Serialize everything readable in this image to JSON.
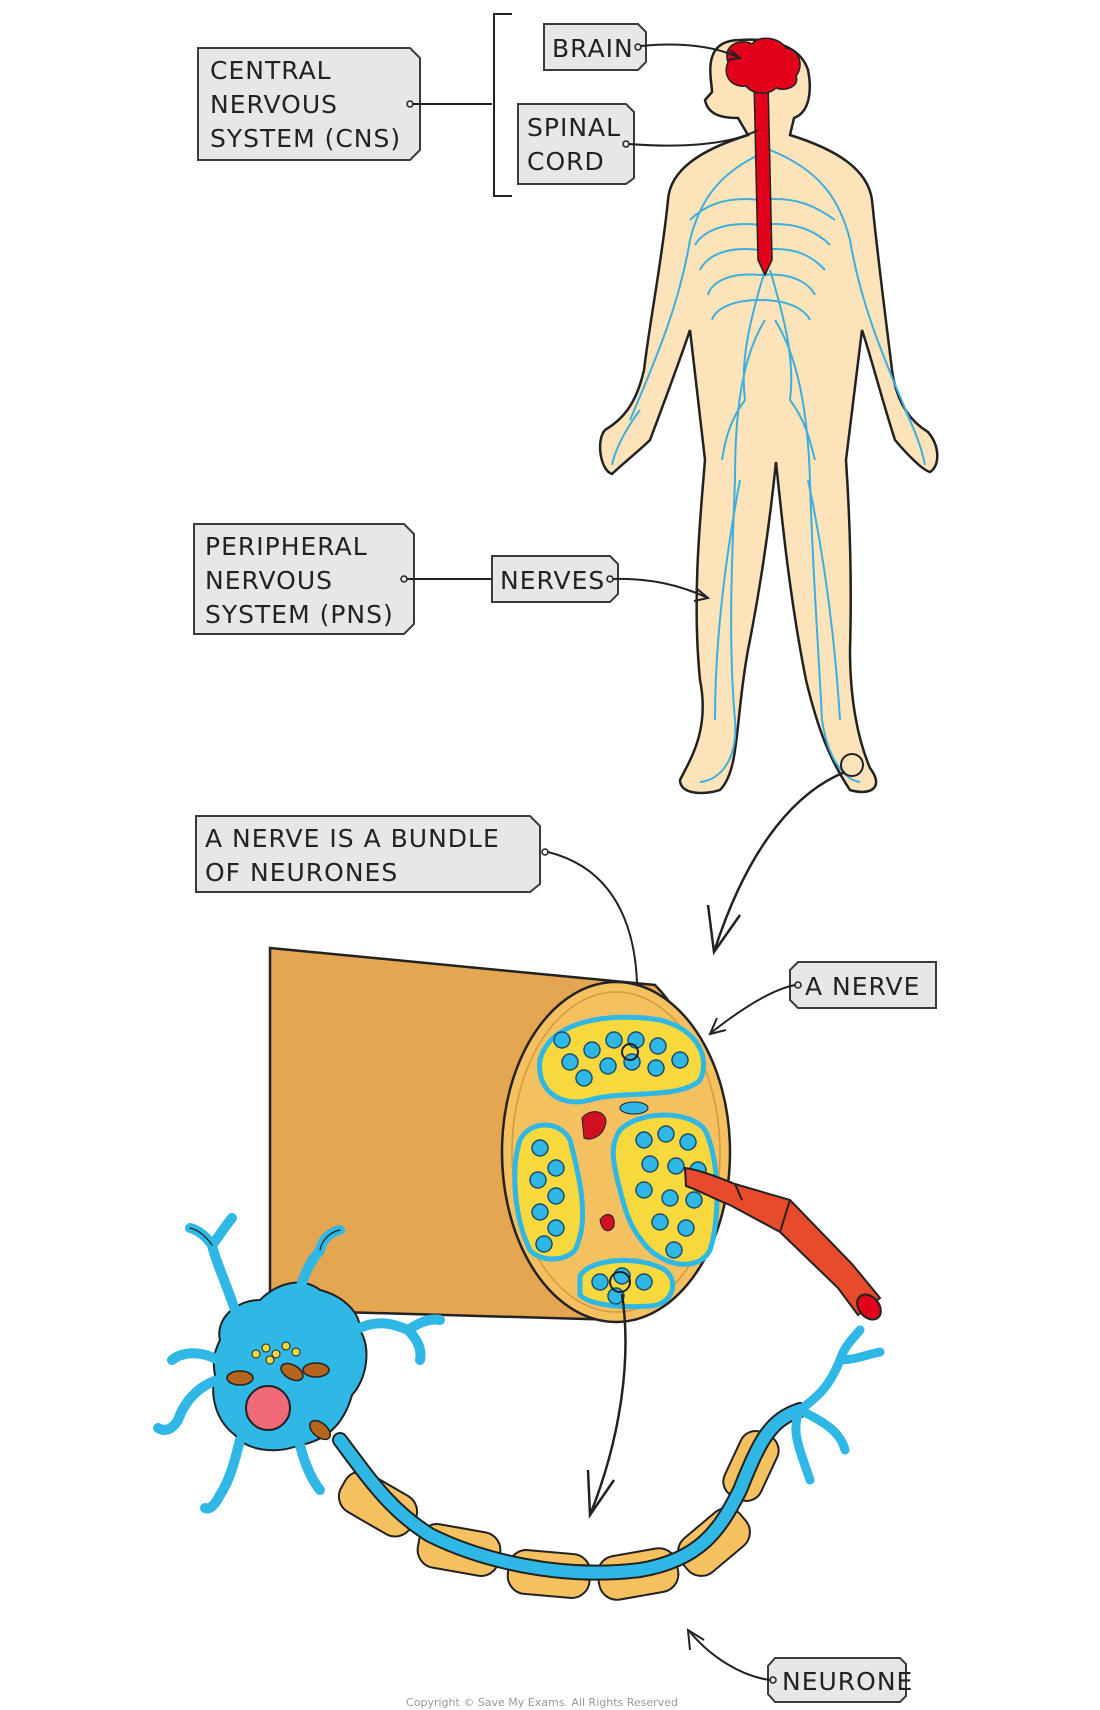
{
  "labels": {
    "cns": [
      "CENTRAL",
      "NERVOUS",
      "SYSTEM (CNS)"
    ],
    "brain": "BRAIN",
    "spinal_cord": [
      "SPINAL",
      "CORD"
    ],
    "pns": [
      "PERIPHERAL",
      "NERVOUS",
      "SYSTEM (PNS)"
    ],
    "nerves": "NERVES",
    "bundle": [
      "A NERVE IS A BUNDLE",
      "OF NEURONES"
    ],
    "a_nerve": "A NERVE",
    "neurone": "NEURONE"
  },
  "copyright": "Copyright © Save My Exams. All Rights Reserved",
  "colors": {
    "skin": "#fde3b9",
    "nerve_lines": "#3eaedc",
    "brain": "#e3001b",
    "nerve_outer": "#e5a652",
    "fascicle_fill": "#f7d93d",
    "axon_blue": "#2fb8e6",
    "myelin": "#f5c060",
    "nucleus": "#f06a7a",
    "label_bg": "#e6e7e8"
  }
}
